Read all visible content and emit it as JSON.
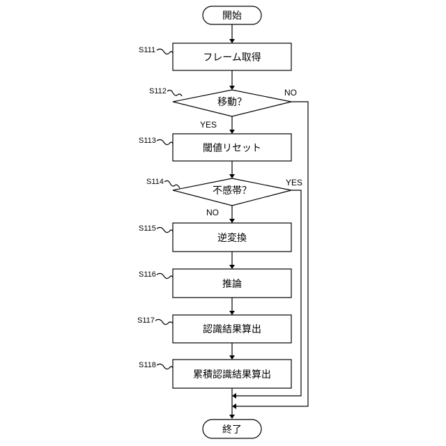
{
  "flowchart": {
    "start": "開始",
    "end": "終了",
    "steps": [
      {
        "id": "S111",
        "text": "フレーム取得"
      },
      {
        "id": "S112",
        "text": "移動？"
      },
      {
        "id": "S113",
        "text": "閾値リセット"
      },
      {
        "id": "S114",
        "text": "不感帯？"
      },
      {
        "id": "S115",
        "text": "逆変換"
      },
      {
        "id": "S116",
        "text": "推論"
      },
      {
        "id": "S117",
        "text": "認識結果算出"
      },
      {
        "id": "S118",
        "text": "累積認識結果算出"
      }
    ],
    "branches": {
      "s112_yes": "YES",
      "s112_no": "NO",
      "s114_yes": "YES",
      "s114_no": "NO"
    }
  }
}
